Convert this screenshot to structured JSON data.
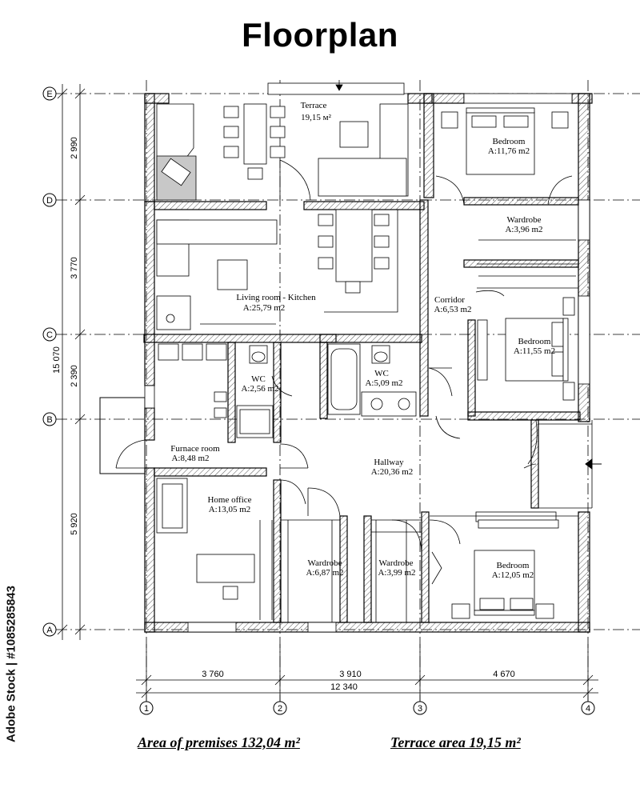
{
  "title": "Floorplan",
  "rooms": [
    {
      "id": "terrace",
      "name": "Terrace",
      "area": "19,15 м²"
    },
    {
      "id": "bedroom-ne",
      "name": "Bedroom",
      "area": "A:11,76 m2"
    },
    {
      "id": "wardrobe-e",
      "name": "Wardrobe",
      "area": "A:3,96 m2"
    },
    {
      "id": "living",
      "name": "Living room - Kitchen",
      "area": "A:25,79 m2"
    },
    {
      "id": "corridor",
      "name": "Corridor",
      "area": "A:6,53 m2"
    },
    {
      "id": "bedroom-e",
      "name": "Bedroom",
      "area": "A:11,55 m2"
    },
    {
      "id": "wc-1",
      "name": "WC",
      "area": "A:2,56 m2"
    },
    {
      "id": "wc-2",
      "name": "WC",
      "area": "A:5,09 m2"
    },
    {
      "id": "furnace",
      "name": "Furnace room",
      "area": "A:8,48 m2"
    },
    {
      "id": "hallway",
      "name": "Hallway",
      "area": "A:20,36 m2"
    },
    {
      "id": "office",
      "name": "Home office",
      "area": "A:13,05 m2"
    },
    {
      "id": "wardrobe-s1",
      "name": "Wardrobe",
      "area": "A:6,87 m2"
    },
    {
      "id": "wardrobe-s2",
      "name": "Wardrobe",
      "area": "A:3,99 m2"
    },
    {
      "id": "bedroom-se",
      "name": "Bedroom",
      "area": "A:12,05 m2"
    }
  ],
  "axes": {
    "rows": [
      "E",
      "D",
      "C",
      "B",
      "A"
    ],
    "columns": [
      "1",
      "2",
      "3",
      "4"
    ]
  },
  "dimensions": {
    "vertical": [
      "2 990",
      "3 770",
      "2 390",
      "5 920"
    ],
    "vertical_total": "15 070",
    "horizontal": [
      "3 760",
      "3 910",
      "4 670"
    ],
    "horizontal_total": "12 340"
  },
  "summary": {
    "premises": "Area of premises 132,04 m²",
    "terrace": "Terrace area 19,15 m²"
  },
  "watermark": "Adobe Stock | #1085285843",
  "colors": {
    "line": "#000000",
    "hatch": "#555555",
    "stair_fill": "#c8c8c8"
  }
}
